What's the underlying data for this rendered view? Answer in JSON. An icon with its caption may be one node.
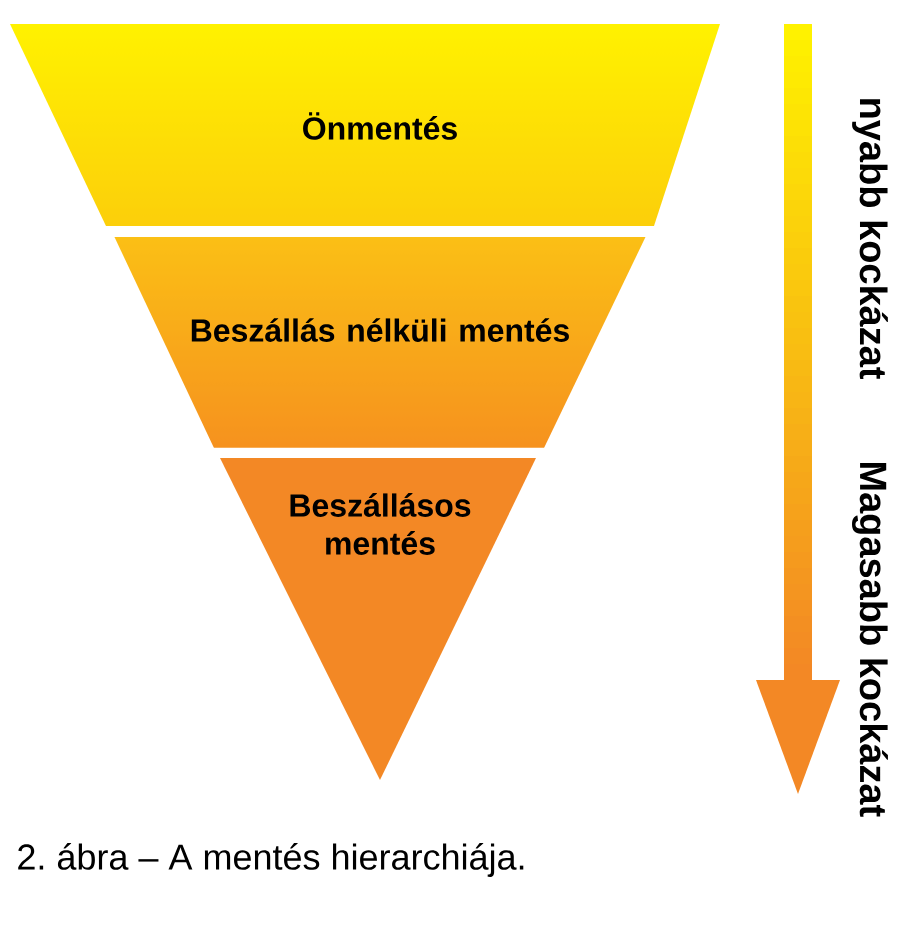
{
  "diagram": {
    "caption": "2. ábra – A mentés hierarchiája.",
    "nodes": [
      {
        "text": [
          "Önmentés"
        ]
      },
      {
        "text": [
          "Beszállás nélküli mentés"
        ]
      },
      {
        "text": [
          "Beszállásos mentés"
        ]
      }
    ],
    "labels": [
      "nyabb kockázat",
      "Magasabb kockázat"
    ]
  }
}
